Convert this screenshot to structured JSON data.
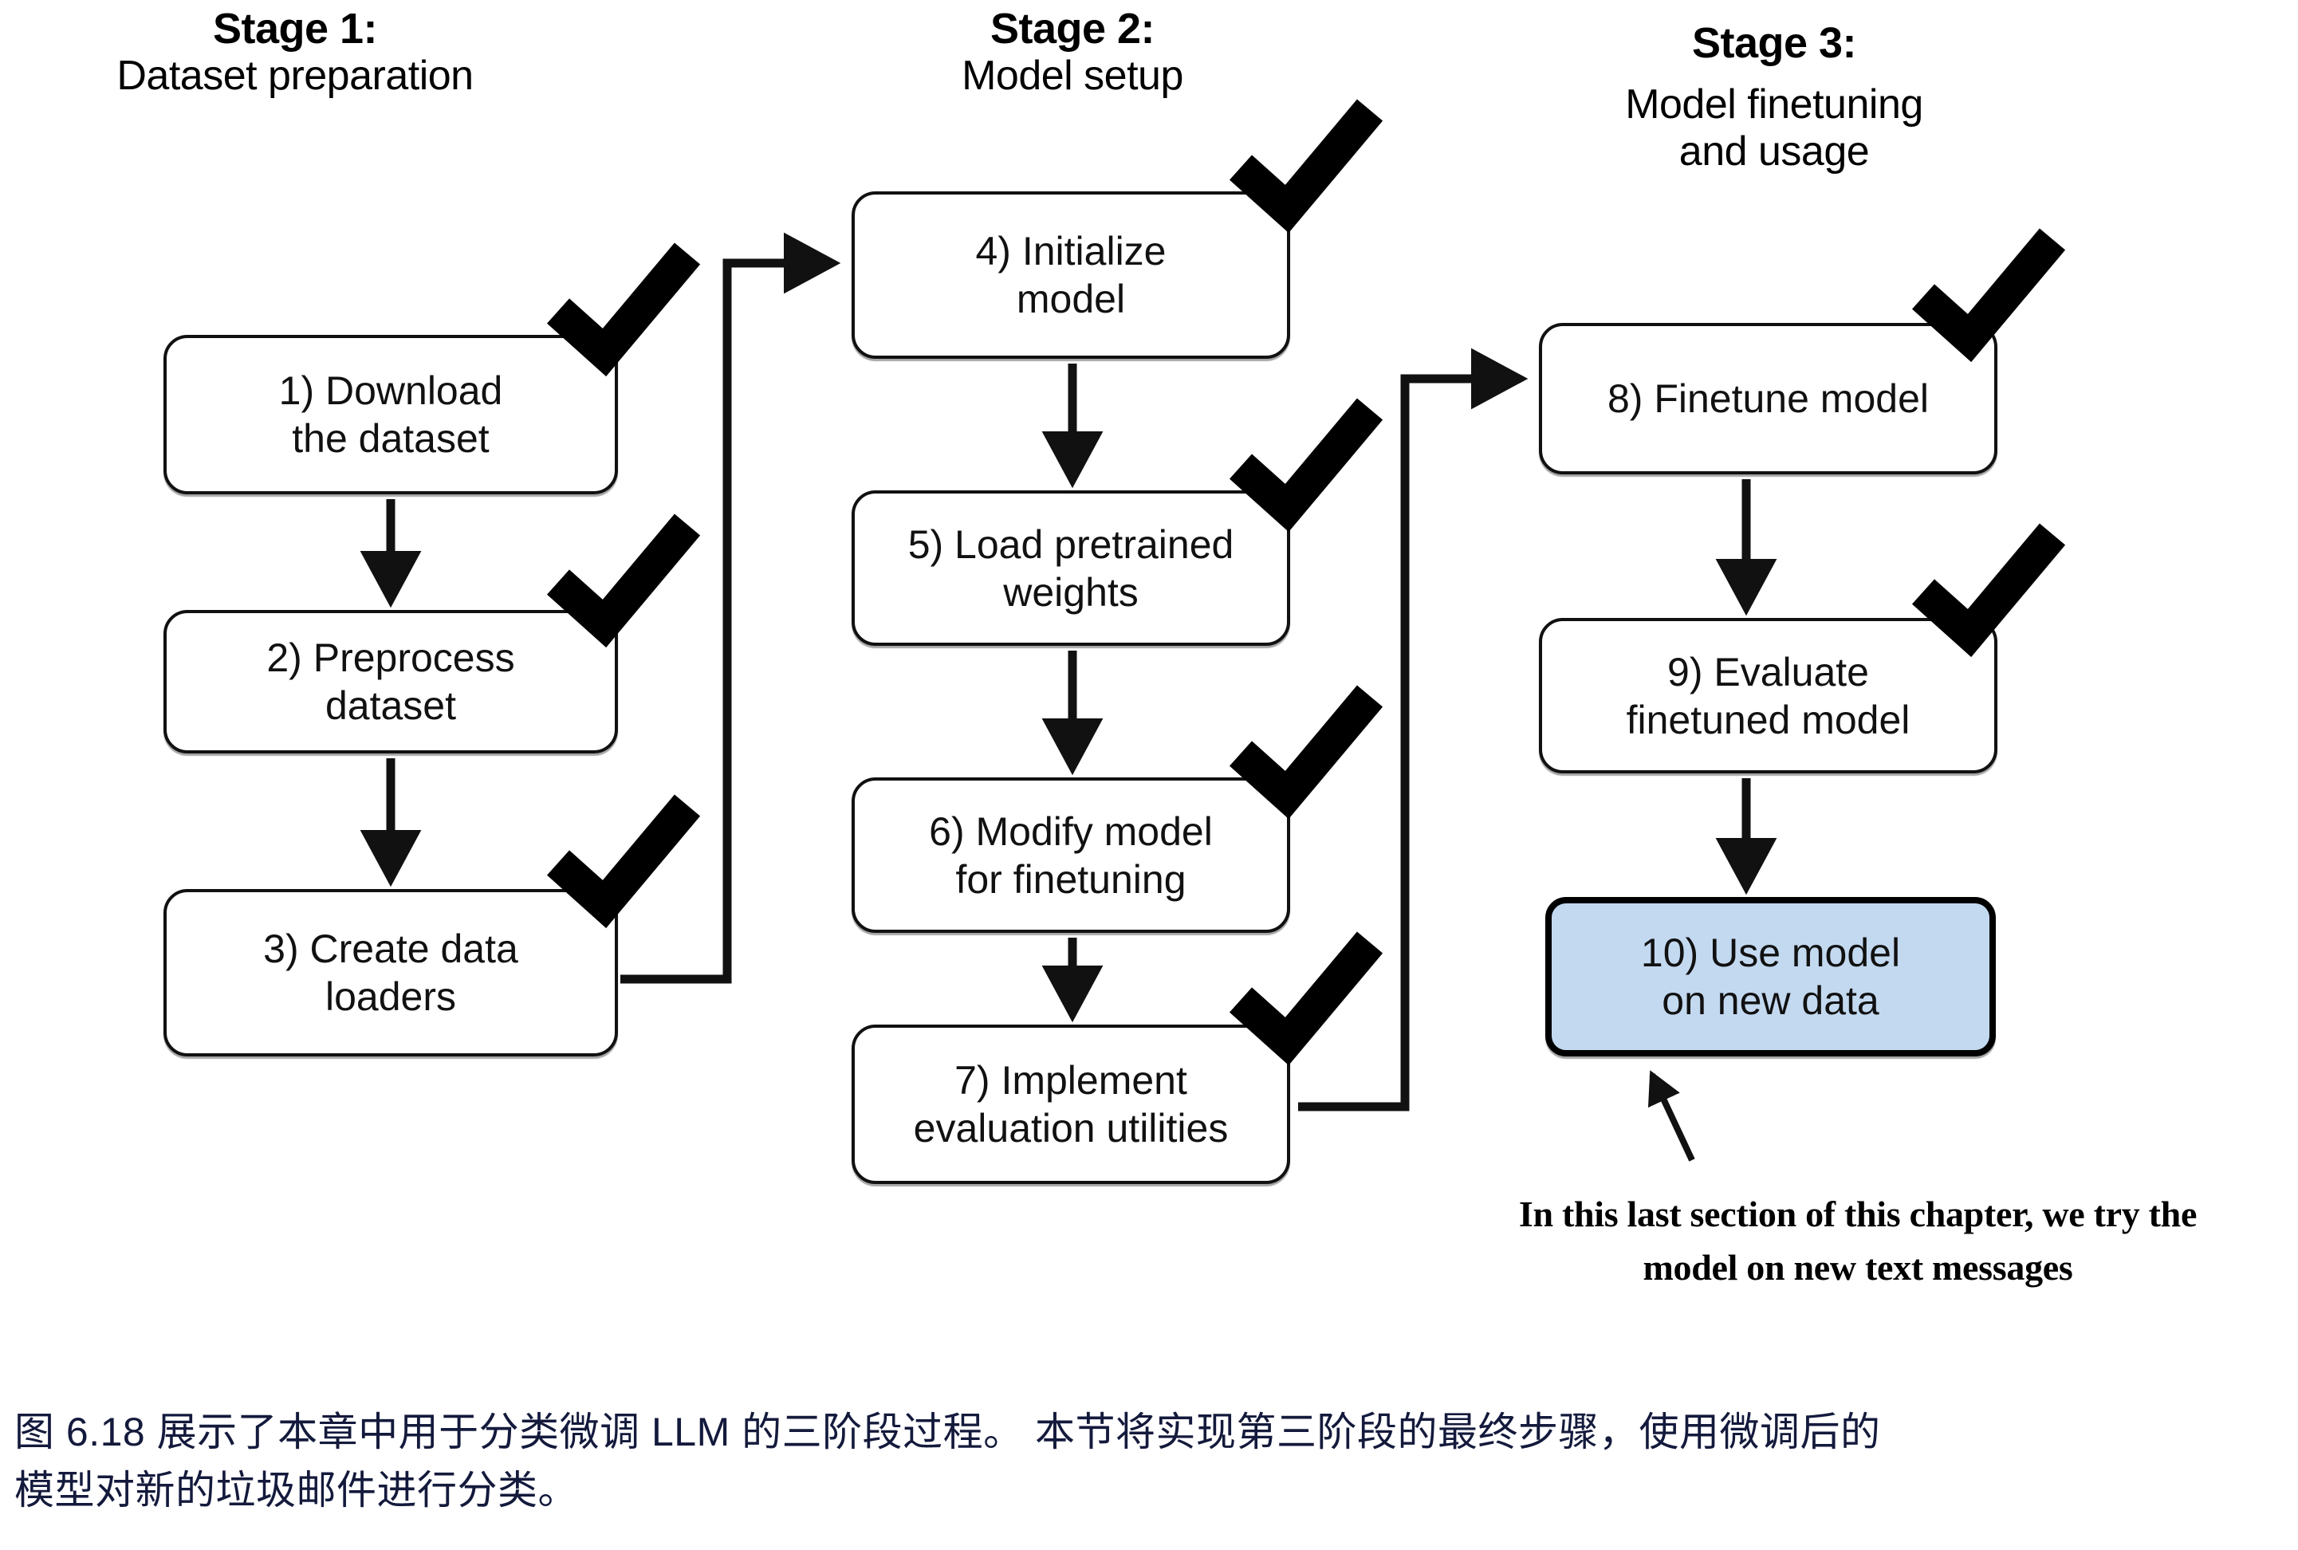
{
  "figure": {
    "stages": [
      {
        "head": "Stage 1:",
        "sub": "Dataset preparation"
      },
      {
        "head": "Stage 2:",
        "sub": "Model setup"
      },
      {
        "head": "Stage 3:",
        "sub": "Model finetuning\nand usage"
      }
    ],
    "nodes": [
      {
        "id": 1,
        "line1": "1) Download",
        "line2": "the dataset",
        "checked": true,
        "highlighted": false
      },
      {
        "id": 2,
        "line1": "2) Preprocess",
        "line2": "dataset",
        "checked": true,
        "highlighted": false
      },
      {
        "id": 3,
        "line1": "3) Create data",
        "line2": "loaders",
        "checked": true,
        "highlighted": false
      },
      {
        "id": 4,
        "line1": "4) Initialize",
        "line2": "model",
        "checked": true,
        "highlighted": false
      },
      {
        "id": 5,
        "line1": "5) Load pretrained",
        "line2": "weights",
        "checked": true,
        "highlighted": false
      },
      {
        "id": 6,
        "line1": "6) Modify model",
        "line2": "for finetuning",
        "checked": true,
        "highlighted": false
      },
      {
        "id": 7,
        "line1": "7) Implement",
        "line2": "evaluation utilities",
        "checked": true,
        "highlighted": false
      },
      {
        "id": 8,
        "line1": "8) Finetune model",
        "line2": "",
        "checked": true,
        "highlighted": false
      },
      {
        "id": 9,
        "line1": "9) Evaluate",
        "line2": "finetuned model",
        "checked": true,
        "highlighted": false
      },
      {
        "id": 10,
        "line1": "10) Use model",
        "line2": "on new data",
        "checked": false,
        "highlighted": true
      }
    ],
    "annotation": {
      "line1": "In this last section of this chapter, we try the",
      "line2": "model on new text messages"
    },
    "caption": {
      "line1": "图 6.18 展示了本章中用于分类微调 LLM 的三阶段过程。 本节将实现第三阶段的最终步骤，使用微调后的",
      "line2": "模型对新的垃圾邮件进行分类。"
    },
    "colors": {
      "highlight_fill": "#c3d9f0",
      "stroke": "#111111",
      "caption_text": "#141a3c"
    }
  }
}
